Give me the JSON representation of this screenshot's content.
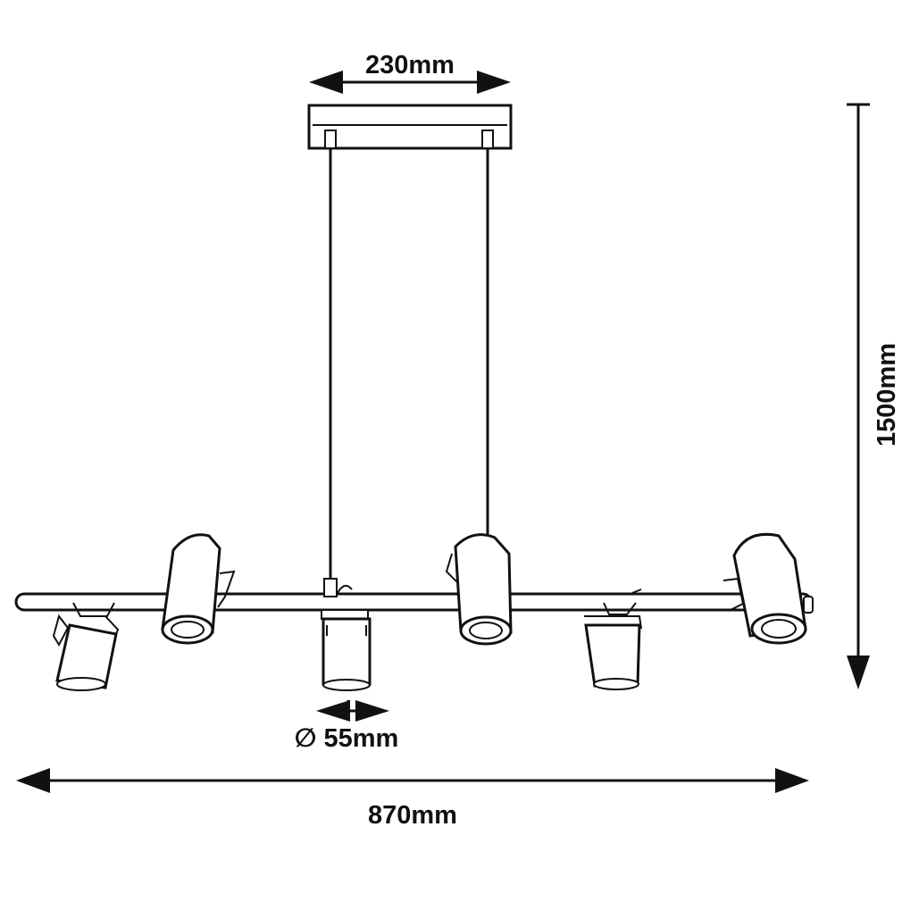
{
  "dimensions": {
    "canopy_width": "230mm",
    "total_height": "1500mm",
    "spot_diameter": "∅ 55mm",
    "total_width": "870mm"
  },
  "colors": {
    "ink": "#111111",
    "background": "#ffffff"
  }
}
